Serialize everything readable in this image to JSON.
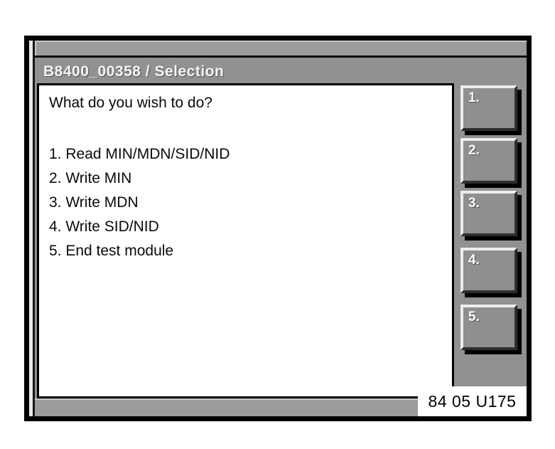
{
  "window": {
    "title": "B8400_00358 / Selection"
  },
  "content": {
    "question": "What do you wish to do?",
    "menu_items": [
      "1. Read MIN/MDN/SID/NID",
      "2. Write MIN",
      "3. Write MDN",
      "4. Write SID/NID",
      "5. End test module"
    ]
  },
  "softkeys": [
    {
      "label": "1."
    },
    {
      "label": "2."
    },
    {
      "label": "3."
    },
    {
      "label": "4."
    },
    {
      "label": "5."
    }
  ],
  "status": {
    "code": "84 05 U175"
  },
  "colors": {
    "frame_gray": "#919191",
    "bar_gray": "#9b9b9b",
    "border_black": "#000000",
    "panel_white": "#ffffff",
    "title_text": "#f6f6f6",
    "button_face": "#8f8f8f",
    "button_highlight": "#ededed",
    "button_shadow": "#2e2e2e",
    "content_text": "#0a0a0a"
  }
}
